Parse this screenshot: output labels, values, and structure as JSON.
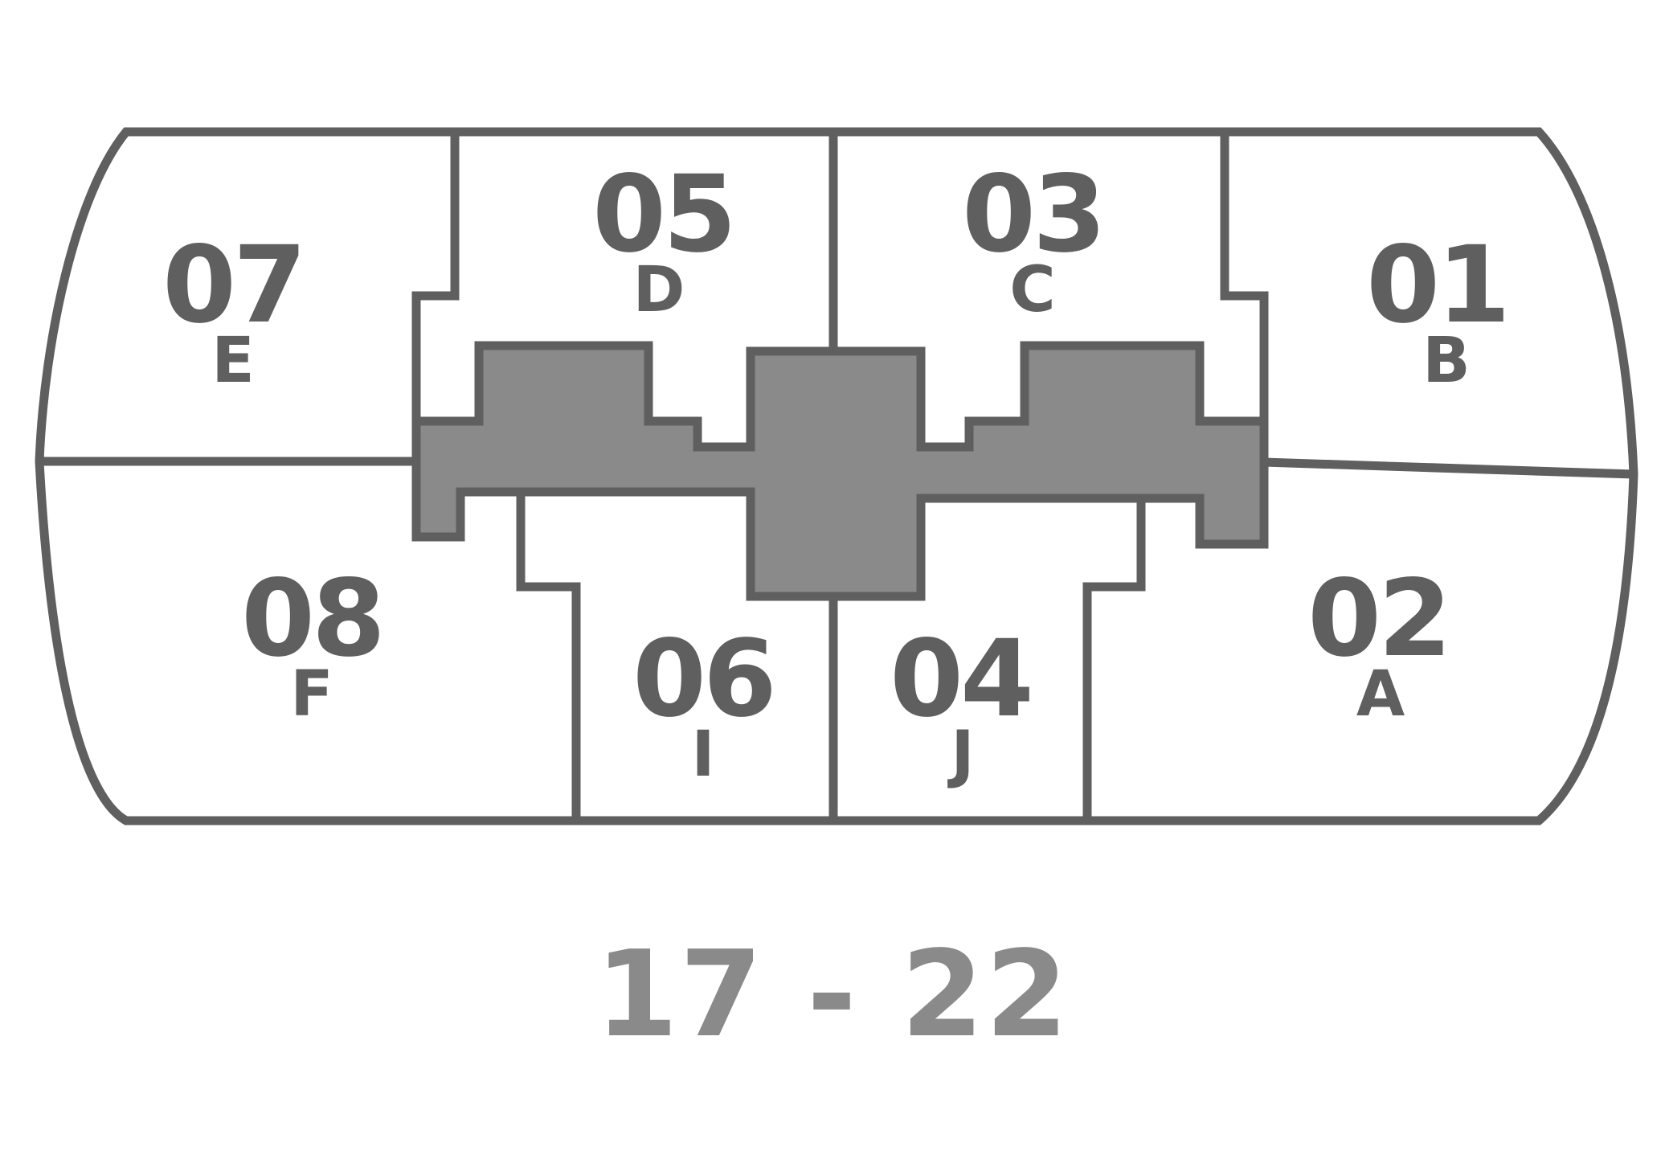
{
  "floor_range": "17 - 22",
  "colors": {
    "outline": "#5f5f5f",
    "core_fill": "#8a8a8a",
    "unit_fill": "#ffffff",
    "floor_label": "#8a8a8a"
  },
  "units": [
    {
      "id": "07",
      "number": "07",
      "letter": "E"
    },
    {
      "id": "05",
      "number": "05",
      "letter": "D"
    },
    {
      "id": "03",
      "number": "03",
      "letter": "C"
    },
    {
      "id": "01",
      "number": "01",
      "letter": "B"
    },
    {
      "id": "08",
      "number": "08",
      "letter": "F"
    },
    {
      "id": "06",
      "number": "06",
      "letter": "I"
    },
    {
      "id": "04",
      "number": "04",
      "letter": "J"
    },
    {
      "id": "02",
      "number": "02",
      "letter": "A"
    }
  ]
}
